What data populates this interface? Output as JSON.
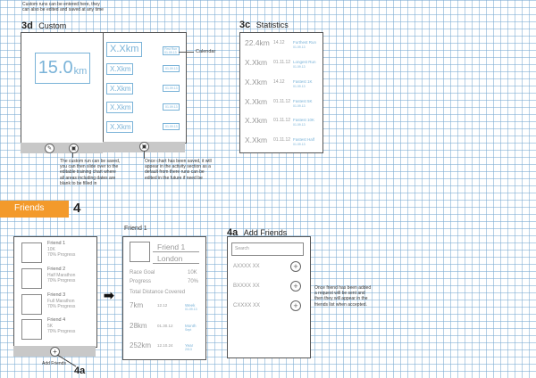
{
  "top_note": [
    "Custom runs can be entered here, they",
    "can also be edited and saved at any time"
  ],
  "custom": {
    "num": "3d",
    "title": "Custom",
    "big_value": "15.0",
    "big_unit": "km",
    "rows": [
      "X.Xkm",
      "X.Xkm",
      "X.Xkm",
      "X.Xkm",
      "X.Xkm"
    ],
    "first_date_line1": "First Run",
    "first_date_line2": "01.09.13",
    "dates": [
      "01.09.13",
      "01.09.13",
      "01.09.13",
      "01.09.13"
    ],
    "calendar_label": "Calendar",
    "note_left": [
      "The custom run can be saved,",
      "you can then slide over to the",
      "editable training chart where",
      "all areas including dates are",
      "blank to be filled in"
    ],
    "note_right": [
      "Once chart has been saved, it will",
      "appear in the activity section as a",
      "default from there runs can be",
      "edited in the future if need be"
    ]
  },
  "stats": {
    "num": "3c",
    "title": "Statistics",
    "rows": [
      {
        "value": "22.4km",
        "date": "14.12",
        "label": "Furthest Run",
        "sub": "01.09.13"
      },
      {
        "value": "X.Xkm",
        "date": "01.11.12",
        "label": "Longest Run",
        "sub": "01.09.13"
      },
      {
        "value": "X.Xkm",
        "date": "14.12",
        "label": "Fastest 1K",
        "sub": "01.09.13"
      },
      {
        "value": "X.Xkm",
        "date": "01.11.12",
        "label": "Fastest 5K",
        "sub": "01.09.13"
      },
      {
        "value": "X.Xkm",
        "date": "01.11.12",
        "label": "Fastest 10K",
        "sub": "01.09.13"
      },
      {
        "value": "X.Xkm",
        "date": "01.11.12",
        "label": "Fastest Half",
        "sub": "01.09.13"
      }
    ]
  },
  "friends_banner": {
    "label": "Friends",
    "num": "4",
    "color": "#f39a2b"
  },
  "friends_list": {
    "items": [
      {
        "name": "Friend 1",
        "goal": "10K",
        "progress": "70% Progress"
      },
      {
        "name": "Friend 2",
        "goal": "Half Marathon",
        "progress": "70% Progress"
      },
      {
        "name": "Friend 3",
        "goal": "Full Marathon",
        "progress": "70% Progress"
      },
      {
        "name": "Friend 4",
        "goal": "5K",
        "progress": "70% Progress"
      }
    ],
    "add_label": "Add Friends",
    "add_num": "4a"
  },
  "friend_detail": {
    "heading": "Friend 1",
    "name": "Friend 1",
    "city": "London",
    "race_goal_label": "Race Goal",
    "race_goal_value": "10K",
    "progress_label": "Progress",
    "progress_value": "70%",
    "total_label": "Total Distance Covered",
    "rows": [
      {
        "value": "7km",
        "date": "12.12",
        "label": "Week",
        "sub": "01.09.13"
      },
      {
        "value": "28km",
        "date": "01.30.12",
        "label": "Month",
        "sub": "Sept"
      },
      {
        "value": "252km",
        "date": "12.10.24",
        "label": "Year",
        "sub": "2013"
      }
    ]
  },
  "add_friends": {
    "num": "4a",
    "title": "Add Friends",
    "search_placeholder": "Search",
    "rows": [
      "AXXXX XX",
      "BXXXX XX",
      "CXXXX XX"
    ],
    "note": [
      "Once friend has been added",
      "a request will be sent and",
      "then they will appear in the",
      "friends list when accepted."
    ]
  }
}
